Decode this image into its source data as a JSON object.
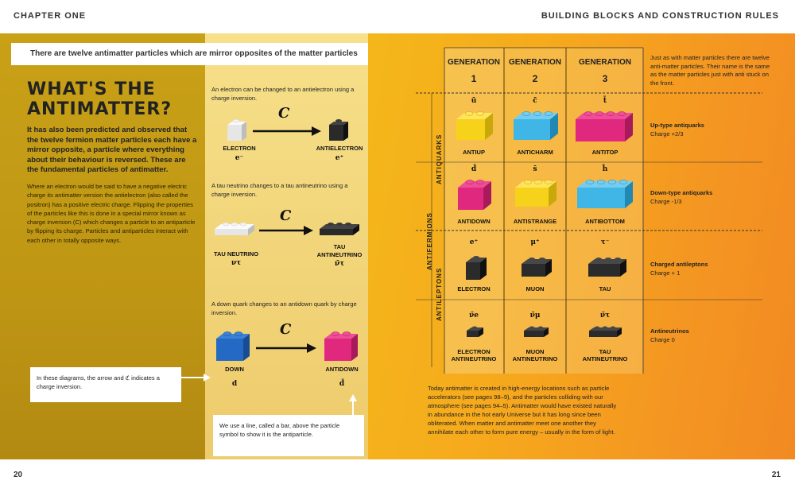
{
  "header": {
    "chapter": "CHAPTER ONE",
    "section": "BUILDING BLOCKS AND CONSTRUCTION RULES"
  },
  "footer": {
    "page_left": "20",
    "page_right": "21"
  },
  "banner": "There are twelve antimatter particles which are mirror opposites of the matter particles",
  "title": "WHAT'S THE ANTIMATTER?",
  "lead": "It has also been predicted and observed that the twelve fermion matter particles each have a mirror opposite, a particle where everything about their behaviour is reversed. These are the fundamental particles of antimatter.",
  "body": "Where an electron would be said to have a negative electric charge its antimatter version the antielectron (also called the positron) has a positive electric charge. Flipping the properties of the particles like this is done in a special mirror known as charge inversion (C) which changes a particle to an antiparticle by flipping its charge. Particles and antiparticles interact with each other in totally opposite ways.",
  "callout_arrow": "In these diagrams, the arrow and ℭ indicates a charge inversion.",
  "callout_bar": "We use a line, called a bar, above the particle symbol to show it is the antiparticle.",
  "c_glyph": "C",
  "diagrams": [
    {
      "text": "An electron can be changed to an antielectron using a charge inversion.",
      "from": "ELECTRON",
      "from_sym": "e⁻",
      "to": "ANTIELECTRON",
      "to_sym": "e⁺"
    },
    {
      "text": "A tau neutrino changes to a tau antineutrino using a charge inversion.",
      "from": "TAU NEUTRINO",
      "from_sym": "ντ",
      "to": "TAU ANTINEUTRINO",
      "to_sym": "ν̄τ"
    },
    {
      "text": "A down quark changes to an antidown quark by charge inversion.",
      "from": "DOWN",
      "from_sym": "d",
      "to": "ANTIDOWN",
      "to_sym": "d̄"
    }
  ],
  "grid": {
    "generations": [
      {
        "label": "GENERATION",
        "num": "1"
      },
      {
        "label": "GENERATION",
        "num": "2"
      },
      {
        "label": "GENERATION",
        "num": "3"
      }
    ],
    "note": "Just as with matter particles there are twelve anti-matter particles. Their name is the same as the matter particles just with anti stuck on the front.",
    "side_labels": {
      "antifermions": "ANTIFERMIONS",
      "antiquarks": "ANTIQUARKS",
      "antileptons": "ANTILEPTONS"
    },
    "rows": [
      {
        "caption_title": "Up-type antiquarks",
        "caption_charge": "Charge +2/3",
        "cells": [
          {
            "sym": "ū",
            "name": "ANTIUP",
            "color": "#f7d21a"
          },
          {
            "sym": "c̄",
            "name": "ANTICHARM",
            "color": "#3fb6e6"
          },
          {
            "sym": "t̄",
            "name": "ANTITOP",
            "color": "#e0287e"
          }
        ]
      },
      {
        "caption_title": "Down-type antiquarks",
        "caption_charge": "Charge -1/3",
        "cells": [
          {
            "sym": "d̄",
            "name": "ANTIDOWN",
            "color": "#e0287e"
          },
          {
            "sym": "s̄",
            "name": "ANTISTRANGE",
            "color": "#f7d21a"
          },
          {
            "sym": "h̄",
            "name": "ANTIBOTTOM",
            "color": "#3fb6e6"
          }
        ]
      },
      {
        "caption_title": "Charged antileptons",
        "caption_charge": "Charge + 1",
        "cells": [
          {
            "sym": "e⁺",
            "name": "ELECTRON",
            "color": "#2b2b2b"
          },
          {
            "sym": "μ⁺",
            "name": "MUON",
            "color": "#2b2b2b"
          },
          {
            "sym": "τ⁻",
            "name": "TAU",
            "color": "#2b2b2b"
          }
        ]
      },
      {
        "caption_title": "Antineutrinos",
        "caption_charge": "Charge 0",
        "cells": [
          {
            "sym": "ν̄e",
            "name": "ELECTRON ANTINEUTRINO",
            "color": "#2b2b2b"
          },
          {
            "sym": "ν̄μ",
            "name": "MUON ANTINEUTRINO",
            "color": "#2b2b2b"
          },
          {
            "sym": "ν̄τ",
            "name": "TAU ANTINEUTRINO",
            "color": "#2b2b2b"
          }
        ]
      }
    ]
  },
  "bottom_text": "Today antimatter is created in high-energy locations such as particle accelerators (see pages 98–9), and the particles colliding with our atmosphere (see pages 94–5). Antimatter would have existed naturally in abundance in the hot early Universe but it has long since been obliterated. When matter and antimatter meet one another they annihilate each other to form pure energy – usually in the form of light."
}
